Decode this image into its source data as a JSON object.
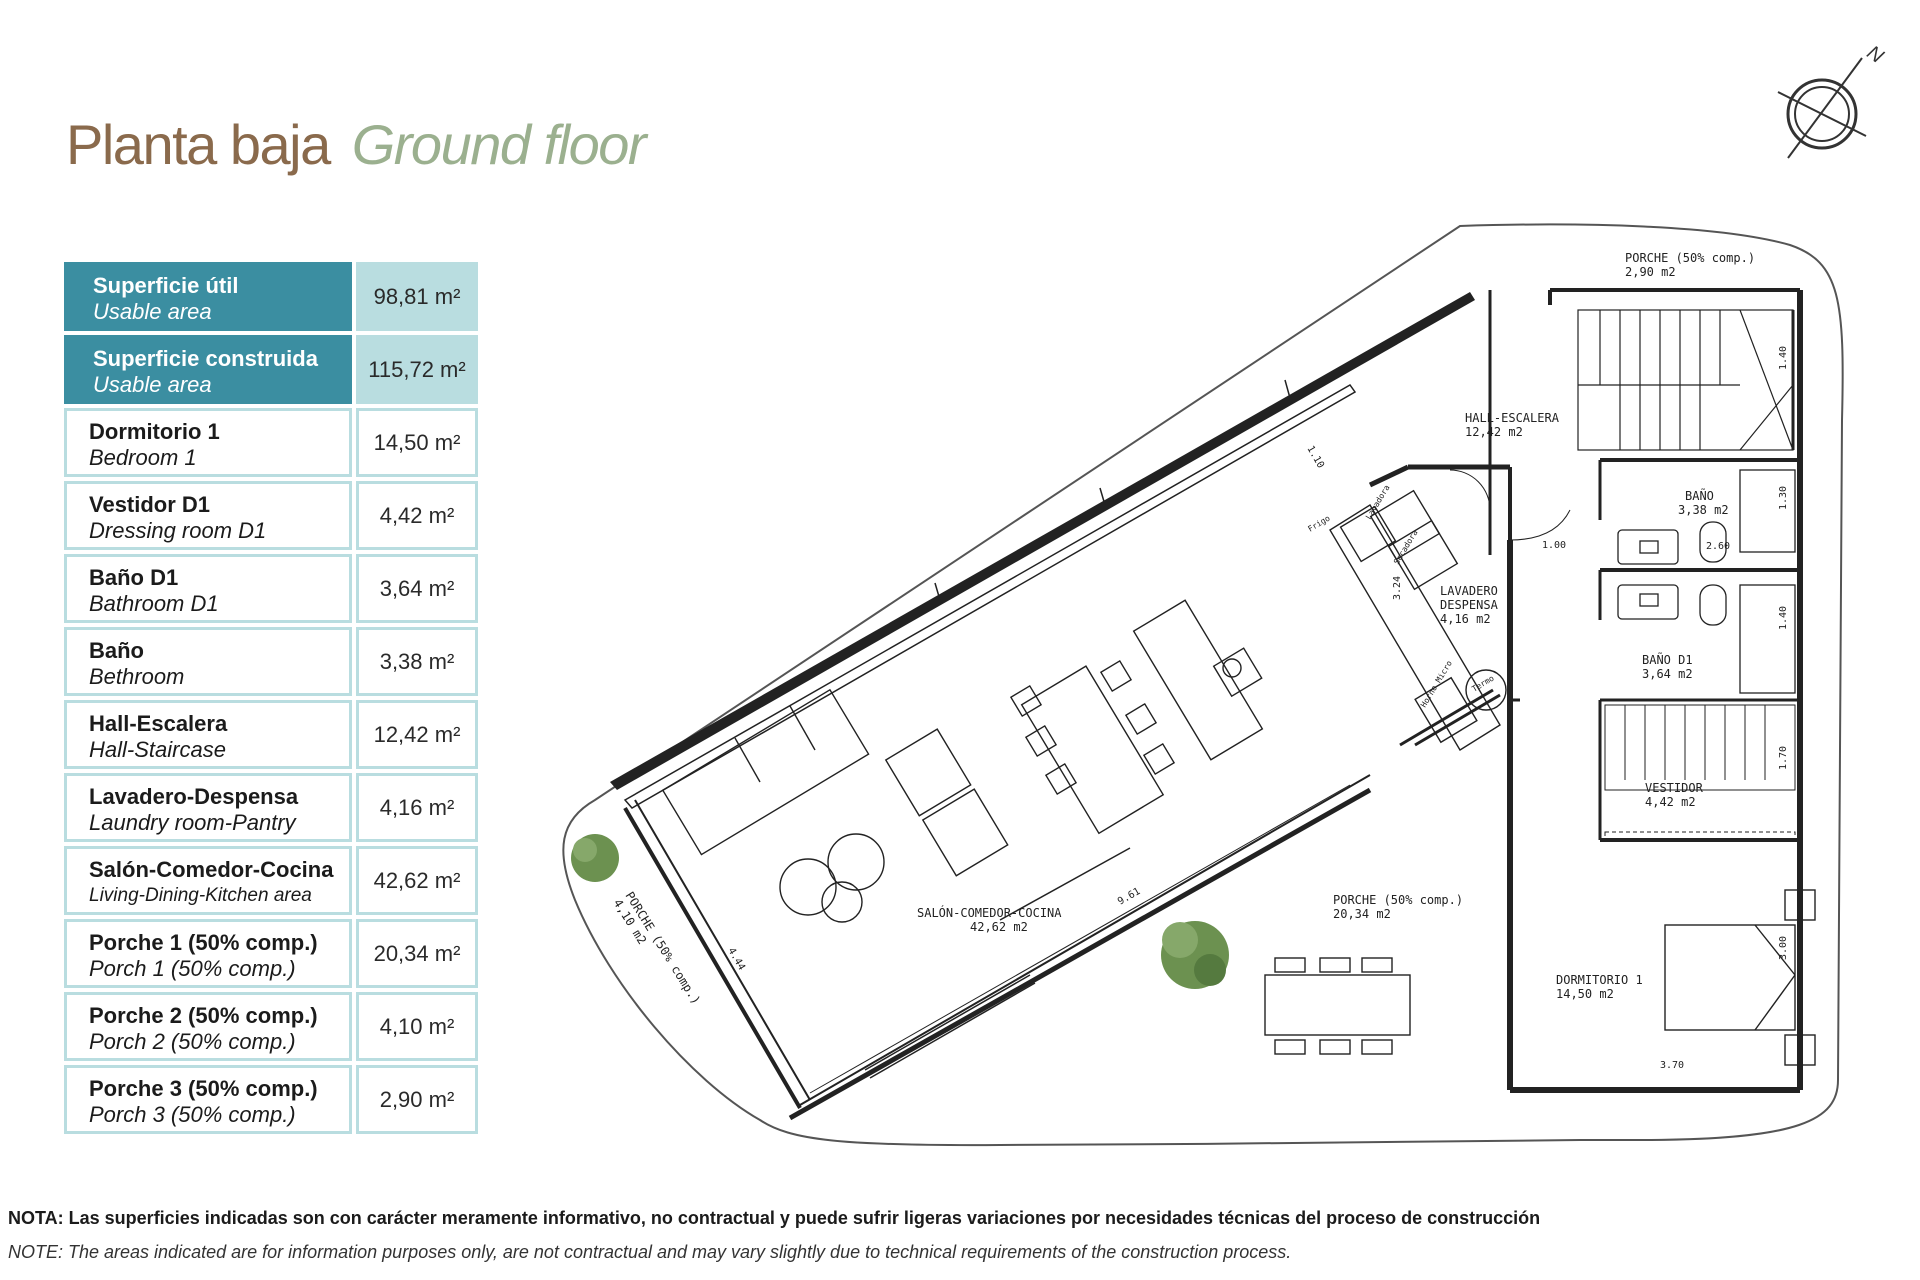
{
  "title": {
    "es": "Planta baja",
    "en": "Ground floor"
  },
  "compass": {
    "label": "N"
  },
  "areas": [
    {
      "label": "Superficie útil",
      "sublabel": "Usable area",
      "value": "98,81 m²",
      "highlight": true
    },
    {
      "label": "Superficie construida",
      "sublabel": "Usable area",
      "value": "115,72 m²",
      "highlight": true
    },
    {
      "label": "Dormitorio 1",
      "sublabel": "Bedroom 1",
      "value": "14,50 m²"
    },
    {
      "label": "Vestidor D1",
      "sublabel": "Dressing room D1",
      "value": "4,42 m²"
    },
    {
      "label": "Baño D1",
      "sublabel": "Bathroom D1",
      "value": "3,64 m²"
    },
    {
      "label": "Baño",
      "sublabel": "Bethroom",
      "value": "3,38 m²"
    },
    {
      "label": "Hall-Escalera",
      "sublabel": "Hall-Staircase",
      "value": "12,42 m²"
    },
    {
      "label": "Lavadero-Despensa",
      "sublabel": "Laundry room-Pantry",
      "value": "4,16 m²"
    },
    {
      "label": "Salón-Comedor-Cocina",
      "sublabel": "Living-Dining-Kitchen area",
      "value": "42,62 m²"
    },
    {
      "label": "Porche 1 (50% comp.)",
      "sublabel": "Porch 1 (50% comp.)",
      "value": "20,34 m²"
    },
    {
      "label": "Porche 2 (50% comp.)",
      "sublabel": "Porch 2 (50% comp.)",
      "value": "4,10 m²"
    },
    {
      "label": "Porche 3 (50% comp.)",
      "sublabel": "Porch 3 (50% comp.)",
      "value": "2,90 m²"
    }
  ],
  "plan": {
    "rooms": {
      "porche_top": {
        "name": "PORCHE (50% comp.)",
        "area": "2,90 m2"
      },
      "hall": {
        "name": "HALL-ESCALERA",
        "area": "12,42 m2"
      },
      "bano": {
        "name": "BAÑO",
        "area": "3,38 m2"
      },
      "lavadero": {
        "name1": "LAVADERO",
        "name2": "DESPENSA",
        "area": "4,16 m2"
      },
      "bano_d1": {
        "name": "BAÑO D1",
        "area": "3,64 m2"
      },
      "vestidor": {
        "name": "VESTIDOR",
        "area": "4,42 m2"
      },
      "salon": {
        "name": "SALÓN-COMEDOR-COCINA",
        "area": "42,62 m2"
      },
      "porche_right": {
        "name": "PORCHE (50% comp.)",
        "area": "20,34 m2"
      },
      "porche_left": {
        "name": "PORCHE (50% comp.)",
        "area": "4,10 m2"
      },
      "dormitorio": {
        "name": "DORMITORIO 1",
        "area": "14,50 m2"
      }
    },
    "fixtures": {
      "frigo": "Frigo",
      "lavadora": "Lavadora",
      "secadora": "Secadora",
      "termo": "Termo",
      "horno": "Horno Micro"
    },
    "dims": {
      "d110": "1.10",
      "d140a": "1.40",
      "d130": "1.30",
      "d100": "1.00",
      "d260": "2.60",
      "d324": "3.24",
      "d140b": "1.40",
      "d170": "1.70",
      "d300": "3.00",
      "d370": "3.70",
      "d961": "9.61",
      "d444": "4.44"
    }
  },
  "notes": {
    "es": "NOTA: Las superficies indicadas son con carácter meramente informativo, no contractual y puede sufrir ligeras variaciones por necesidades técnicas del proceso de construcción",
    "en": "NOTE: The areas indicated are for information purposes only, are not contractual and may vary slightly due to technical requirements of the construction process."
  }
}
